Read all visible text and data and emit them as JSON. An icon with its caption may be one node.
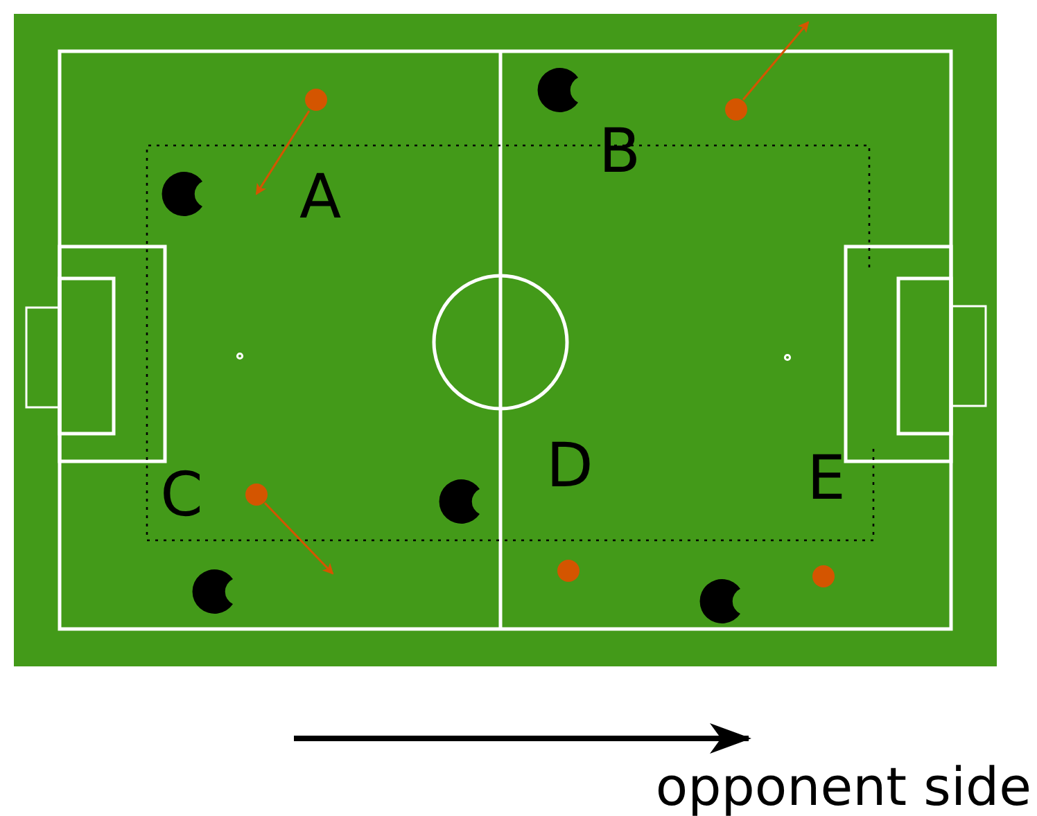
{
  "diagram": {
    "labels": [
      "A",
      "B",
      "C",
      "D",
      "E",
      "opponent side"
    ]
  }
}
